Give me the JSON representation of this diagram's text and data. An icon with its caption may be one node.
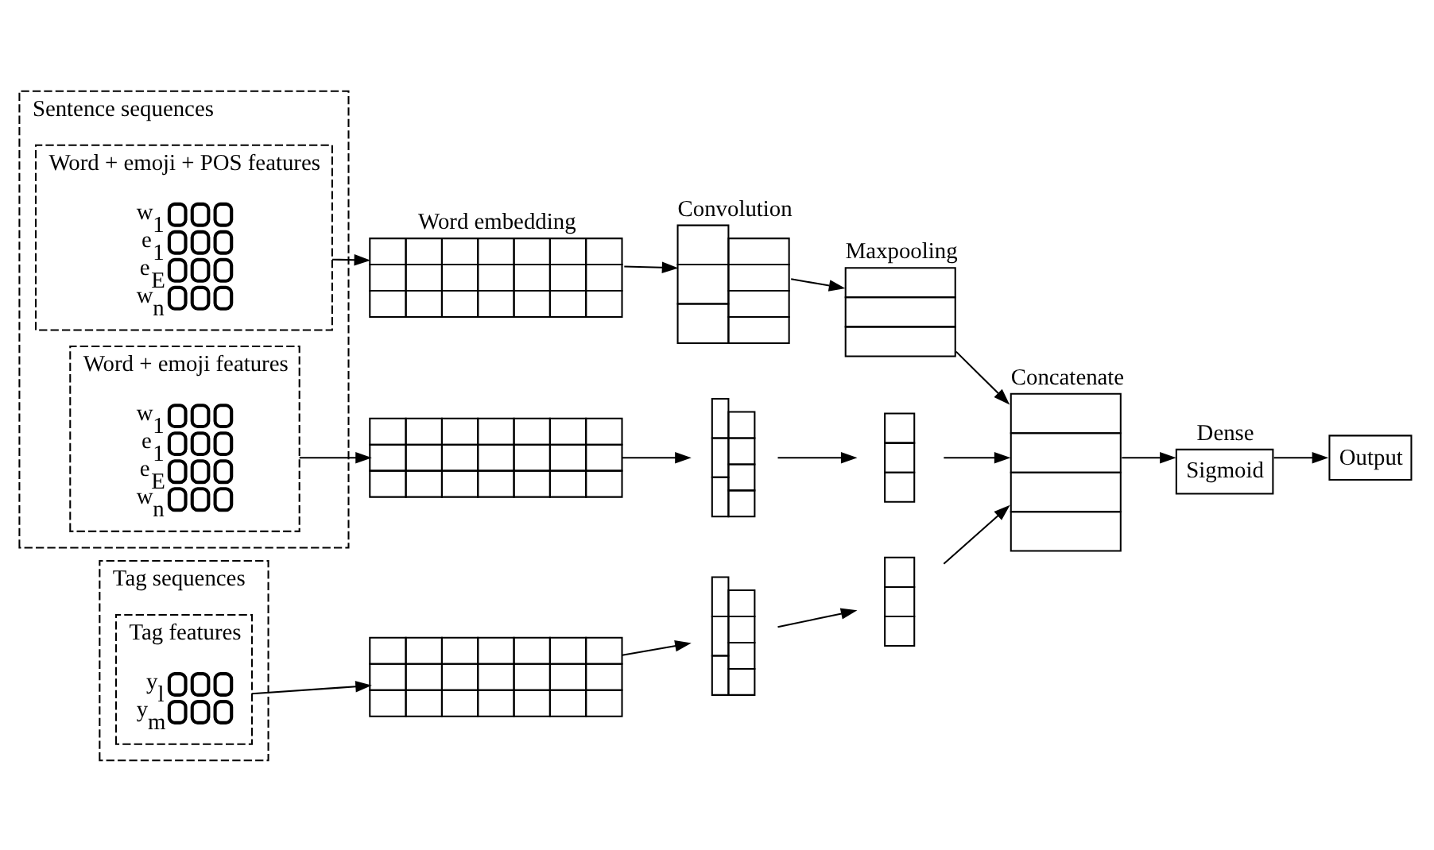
{
  "diagram": {
    "nodes": [
      {
        "text": [
          "Sentence sequences"
        ]
      },
      {
        "text": [
          "Word + emoji + POS features"
        ],
        "in": 0
      },
      {
        "text": [
          "w$_{1}$",
          "e$_{1}$",
          "e$_{E}$",
          "w$_{n}$"
        ],
        "in": 1
      },
      {
        "text": [
          "Word + emoji features"
        ],
        "in": 0
      },
      {
        "text": [
          "w$_{1}$",
          "e$_{1}$",
          "e$_{E}$",
          "w$_{n}$"
        ],
        "in": 3
      },
      {
        "text": [
          "Tag sequences"
        ]
      },
      {
        "text": [
          "Tag features"
        ],
        "in": 5
      },
      {
        "text": [
          "y$_{l}$",
          "y$_{m}$"
        ],
        "in": 6
      },
      {
        "text": [],
        "shape": "grid",
        "beside": [
          "Word embedding"
        ]
      },
      {
        "text": [],
        "shape": "grid"
      },
      {
        "text": [],
        "shape": "grid"
      },
      {
        "text": [],
        "shape": "stack",
        "beside": [
          "Convolution"
        ]
      },
      {
        "text": [],
        "shape": "stack"
      },
      {
        "text": [],
        "shape": "stack"
      },
      {
        "text": [],
        "shape": "bar",
        "beside": [
          "Maxpooling"
        ]
      },
      {
        "text": [],
        "shape": "bar"
      },
      {
        "text": [],
        "shape": "bar"
      },
      {
        "text": [],
        "shape": "column",
        "beside": [
          "Concatenate"
        ]
      },
      {
        "text": [
          "Sigmoid"
        ],
        "beside": [
          "Dense"
        ]
      },
      {
        "text": [
          "Output"
        ]
      }
    ],
    "edges": [
      {
        "from": 1,
        "to": 8,
        "arrow": "to"
      },
      {
        "from": 3,
        "to": 9,
        "arrow": "to"
      },
      {
        "from": 6,
        "to": 10,
        "arrow": "to"
      },
      {
        "from": 8,
        "to": 11,
        "arrow": "to"
      },
      {
        "from": 9,
        "to": 12,
        "arrow": "to"
      },
      {
        "from": 10,
        "to": 13,
        "arrow": "to"
      },
      {
        "from": 11,
        "to": 14,
        "arrow": "to"
      },
      {
        "from": 12,
        "to": 15,
        "arrow": "to"
      },
      {
        "from": 13,
        "to": 16,
        "arrow": "to"
      },
      {
        "from": 14,
        "to": 17,
        "arrow": "to"
      },
      {
        "from": 15,
        "to": 17,
        "arrow": "to"
      },
      {
        "from": 16,
        "to": 17,
        "arrow": "to"
      },
      {
        "from": 17,
        "to": 18,
        "arrow": "to"
      },
      {
        "from": 18,
        "to": 19,
        "arrow": "to"
      }
    ]
  }
}
